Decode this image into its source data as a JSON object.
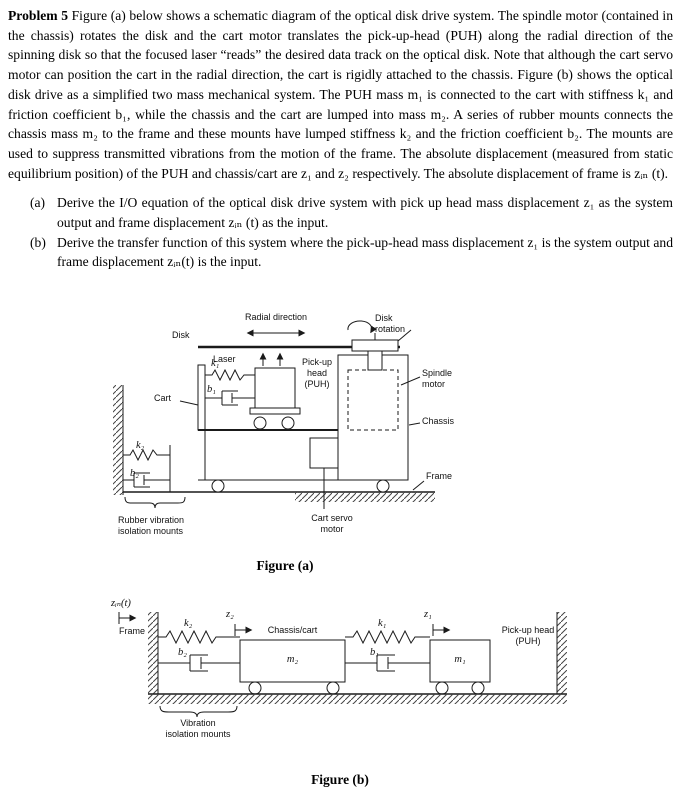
{
  "problem": {
    "label": "Problem 5",
    "intro": "Figure (a) below shows a schematic diagram of the optical disk drive system. The spindle motor (contained in the chassis) rotates the disk and the cart motor translates the pick-up-head (PUH) along the radial direction of the spinning disk so that the focused laser “reads” the desired data track on the optical disk. Note that although the cart servo motor can position the cart in the radial direction, the cart is rigidly attached to the chassis. Figure (b) shows the optical disk drive as a simplified two mass mechanical system. The PUH mass m₁ is connected to the cart with stiffness k₁ and friction coefficient b₁, while the chassis and the cart are lumped into mass m₂. A series of rubber mounts connects the chassis mass m₂ to the frame and these mounts have lumped stiffness k₂ and the friction coefficient b₂. The mounts are used to suppress transmitted vibrations from the motion of the frame. The absolute displacement (measured from static equilibrium position) of the PUH and chassis/cart are z₁ and z₂ respectively. The absolute displacement of frame is zᵢₙ (t).",
    "items": [
      {
        "label": "(a)",
        "text": "Derive the I/O equation of the optical disk drive system with pick up head mass displacement z₁ as the system output and frame displacement zᵢₙ (t) as the input."
      },
      {
        "label": "(b)",
        "text": "Derive the transfer function of this system where the pick-up-head mass displacement z₁ is the system output and frame displacement zᵢₙ(t) is the input."
      }
    ]
  },
  "figure_a": {
    "caption": "Figure (a)",
    "labels": {
      "radial_direction": "Radial direction",
      "disk": "Disk",
      "disk_rotation": "Disk\nrotation",
      "laser": "Laser",
      "k1": "k₁",
      "b1": "b₁",
      "pickup_head": "Pick-up\nhead\n(PUH)",
      "cart": "Cart",
      "spindle_motor": "Spindle\nmotor",
      "chassis": "Chassis",
      "k2": "k₂",
      "b2": "b₂",
      "frame": "Frame",
      "rubber_mounts": "Rubber vibration\nisolation mounts",
      "cart_servo": "Cart servo\nmotor"
    }
  },
  "figure_b": {
    "caption": "Figure (b)",
    "labels": {
      "zin": "zᵢₙ(t)",
      "frame": "Frame",
      "k2": "k₂",
      "b2": "b₂",
      "z2": "z₂",
      "chassis_cart": "Chassis/cart",
      "m2": "m₂",
      "k1": "k₁",
      "b1": "b₁",
      "z1": "z₁",
      "m1": "m₁",
      "puh": "Pick-up head\n(PUH)",
      "vibration_mounts": "Vibration\nisolation mounts"
    }
  }
}
